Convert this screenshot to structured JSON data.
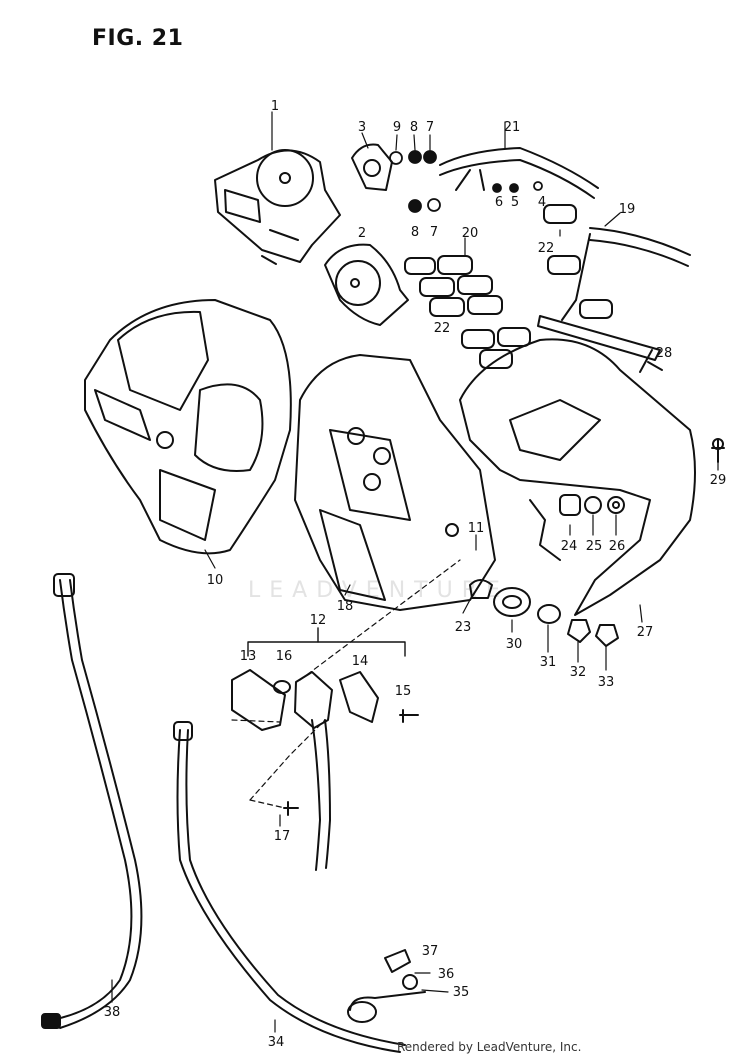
{
  "figure": {
    "title": "FIG. 21",
    "watermark": "LEADVENTURE",
    "credit": "Rendered by LeadVenture, Inc."
  },
  "callouts": [
    {
      "id": "c1",
      "label": "1"
    },
    {
      "id": "c2",
      "label": "2"
    },
    {
      "id": "c3",
      "label": "3"
    },
    {
      "id": "c4",
      "label": "4"
    },
    {
      "id": "c5",
      "label": "5"
    },
    {
      "id": "c6",
      "label": "6"
    },
    {
      "id": "c7a",
      "label": "7"
    },
    {
      "id": "c7b",
      "label": "7"
    },
    {
      "id": "c8a",
      "label": "8"
    },
    {
      "id": "c8b",
      "label": "8"
    },
    {
      "id": "c9",
      "label": "9"
    },
    {
      "id": "c10",
      "label": "10"
    },
    {
      "id": "c11",
      "label": "11"
    },
    {
      "id": "c12",
      "label": "12"
    },
    {
      "id": "c13",
      "label": "13"
    },
    {
      "id": "c14",
      "label": "14"
    },
    {
      "id": "c15",
      "label": "15"
    },
    {
      "id": "c16",
      "label": "16"
    },
    {
      "id": "c17",
      "label": "17"
    },
    {
      "id": "c18",
      "label": "18"
    },
    {
      "id": "c19",
      "label": "19"
    },
    {
      "id": "c20",
      "label": "20"
    },
    {
      "id": "c21",
      "label": "21"
    },
    {
      "id": "c22a",
      "label": "22"
    },
    {
      "id": "c22b",
      "label": "22"
    },
    {
      "id": "c23",
      "label": "23"
    },
    {
      "id": "c24",
      "label": "24"
    },
    {
      "id": "c25",
      "label": "25"
    },
    {
      "id": "c26",
      "label": "26"
    },
    {
      "id": "c27",
      "label": "27"
    },
    {
      "id": "c28",
      "label": "28"
    },
    {
      "id": "c29",
      "label": "29"
    },
    {
      "id": "c30",
      "label": "30"
    },
    {
      "id": "c31",
      "label": "31"
    },
    {
      "id": "c32",
      "label": "32"
    },
    {
      "id": "c33",
      "label": "33"
    },
    {
      "id": "c34",
      "label": "34"
    },
    {
      "id": "c35",
      "label": "35"
    },
    {
      "id": "c36",
      "label": "36"
    },
    {
      "id": "c37",
      "label": "37"
    },
    {
      "id": "c38",
      "label": "38"
    }
  ]
}
